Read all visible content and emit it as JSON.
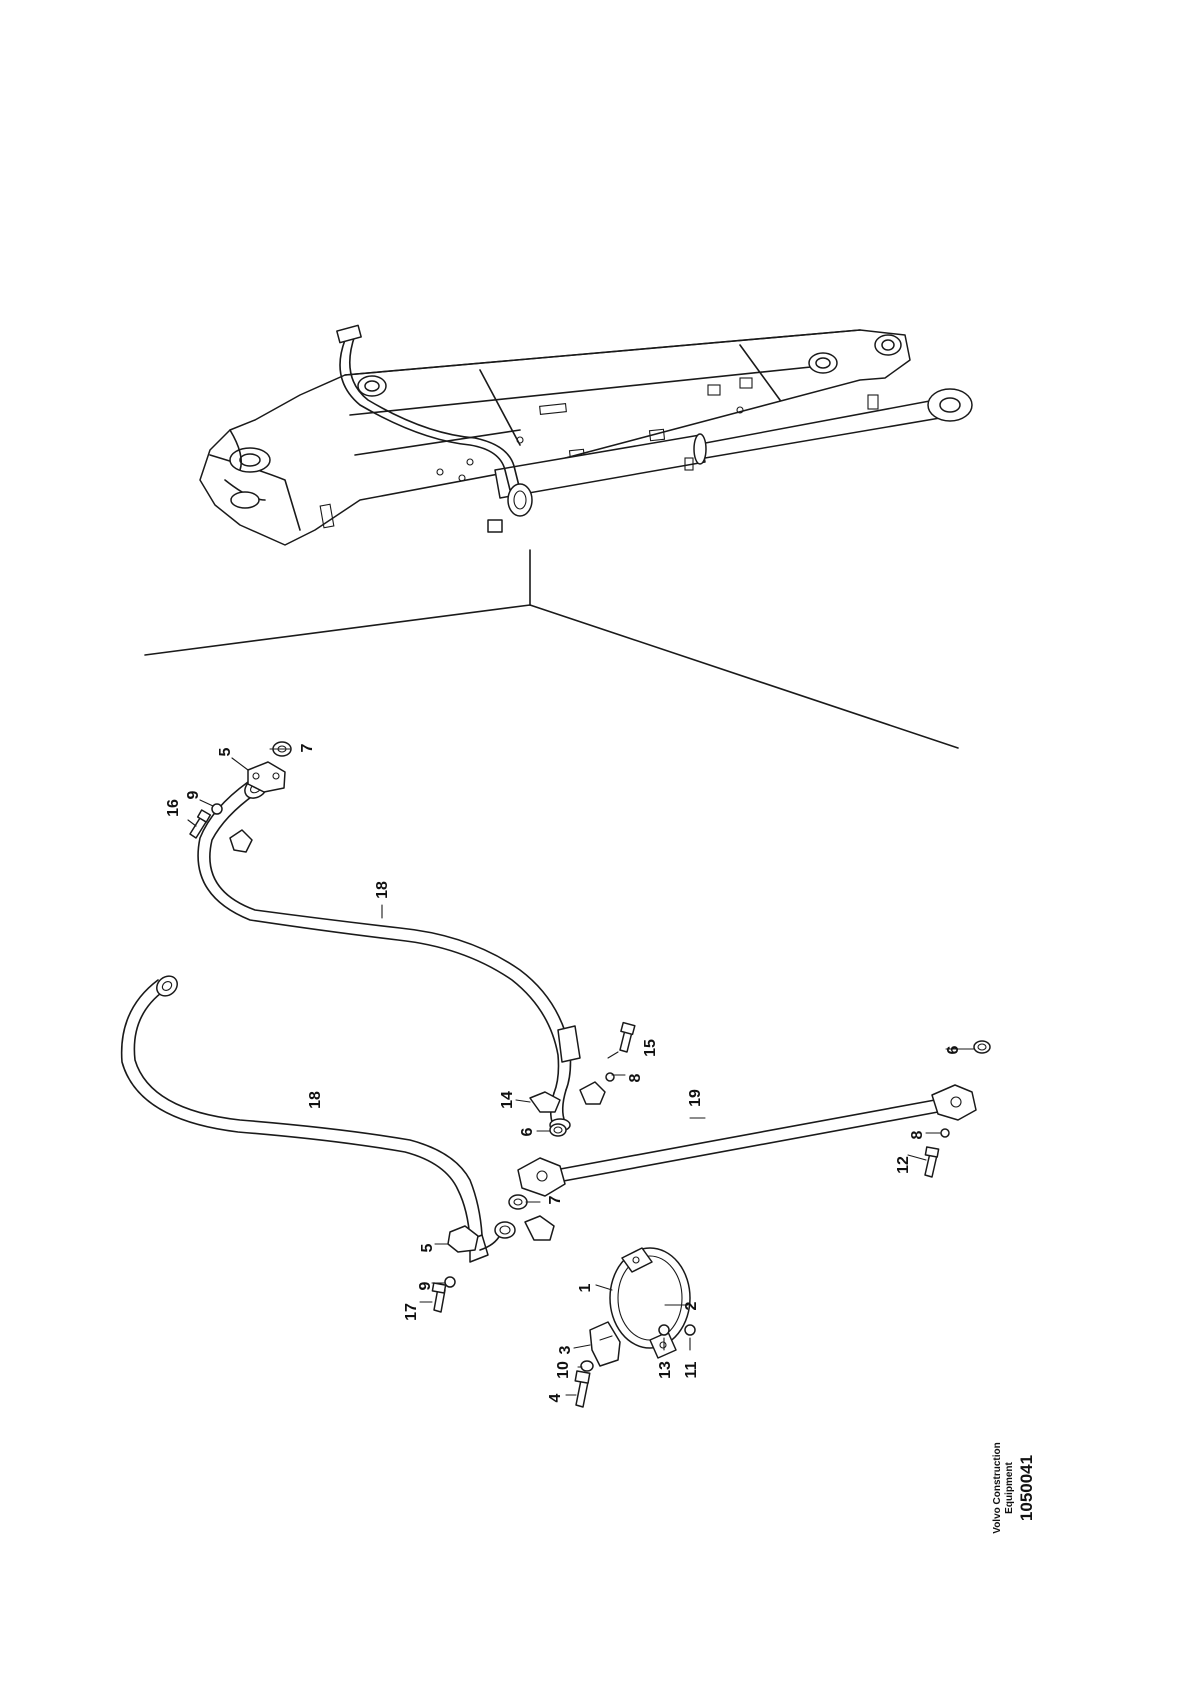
{
  "callouts": [
    {
      "id": "c5a",
      "text": "5"
    },
    {
      "id": "c7a",
      "text": "7"
    },
    {
      "id": "c9a",
      "text": "9"
    },
    {
      "id": "c16",
      "text": "16"
    },
    {
      "id": "c18a",
      "text": "18"
    },
    {
      "id": "c18b",
      "text": "18"
    },
    {
      "id": "c15",
      "text": "15"
    },
    {
      "id": "c8a",
      "text": "8"
    },
    {
      "id": "c14",
      "text": "14"
    },
    {
      "id": "c6a",
      "text": "6"
    },
    {
      "id": "c19",
      "text": "19"
    },
    {
      "id": "c6b",
      "text": "6"
    },
    {
      "id": "c8b",
      "text": "8"
    },
    {
      "id": "c12",
      "text": "12"
    },
    {
      "id": "c7b",
      "text": "7"
    },
    {
      "id": "c5b",
      "text": "5"
    },
    {
      "id": "c9b",
      "text": "9"
    },
    {
      "id": "c17",
      "text": "17"
    },
    {
      "id": "c1",
      "text": "1"
    },
    {
      "id": "c2",
      "text": "2"
    },
    {
      "id": "c3",
      "text": "3"
    },
    {
      "id": "c10",
      "text": "10"
    },
    {
      "id": "c4",
      "text": "4"
    },
    {
      "id": "c13",
      "text": "13"
    },
    {
      "id": "c11",
      "text": "11"
    }
  ],
  "caption": {
    "line1": "Volvo Construction",
    "line2": "Equipment",
    "number": "1050041"
  },
  "colors": {
    "ink": "#1a1a1a",
    "paper": "#ffffff"
  }
}
